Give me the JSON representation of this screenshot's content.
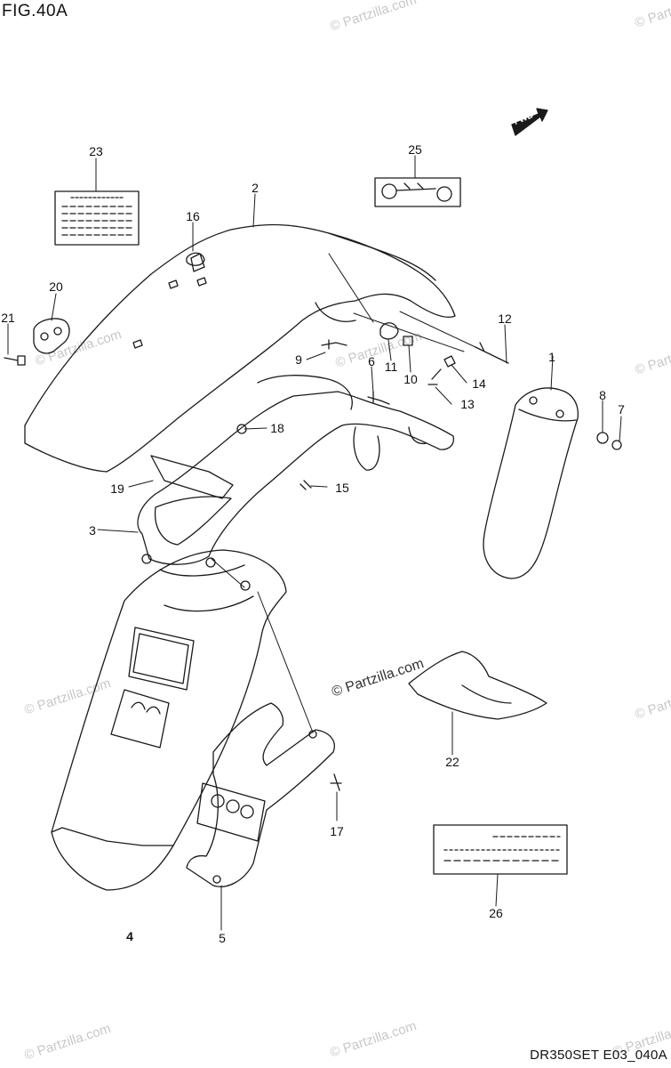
{
  "figure": {
    "title": "FIG.40A",
    "code": "DR350SET E03_040A",
    "fwd_label": "FWD"
  },
  "watermarks": [
    "© Partzilla.com",
    "© Partzilla.com",
    "© Partzilla.com",
    "© Partzilla.com",
    "© Partzilla.com",
    "© Partzilla.com",
    "© Partzilla.com",
    "© Partzilla.com",
    "© Partzilla.com",
    "© Partzilla.com",
    "© Partzilla.com"
  ],
  "callouts": [
    "1",
    "2",
    "3",
    "4",
    "5",
    "6",
    "7",
    "8",
    "9",
    "10",
    "11",
    "12",
    "13",
    "14",
    "15",
    "16",
    "17",
    "18",
    "19",
    "20",
    "21",
    "22",
    "23",
    "25",
    "26"
  ],
  "colors": {
    "line": "#1a1a1a",
    "watermark": "#c8c8c8"
  }
}
